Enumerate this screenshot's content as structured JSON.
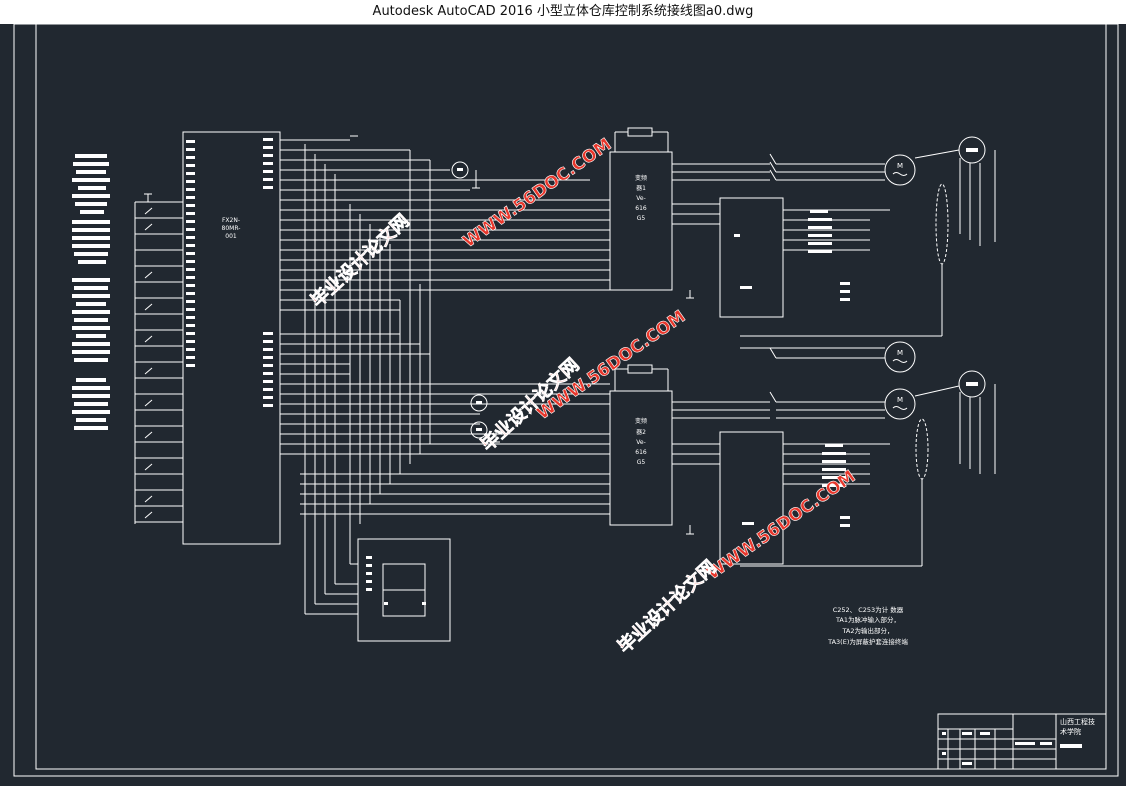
{
  "window": {
    "title": "Autodesk AutoCAD 2016     小型立体仓库控制系统接线图a0.dwg"
  },
  "plc": {
    "label_line1": "FX2N-",
    "label_line2": "80MR-",
    "label_line3": "001"
  },
  "inverter1": {
    "line1": "变频",
    "line2": "器1",
    "line3": "Ve-",
    "line4": "616",
    "line5": "G5"
  },
  "inverter2": {
    "line1": "变频",
    "line2": "器2",
    "line3": "Ve-",
    "line4": "616",
    "line5": "G5"
  },
  "motor_label": "M",
  "notes": {
    "line1": "C252、 C253为计 数器",
    "line2": "TA1为脉冲输入部分，",
    "line3": "TA2为输出部分，",
    "line4": "TA3(E)为屏蔽护套连接终端"
  },
  "title_block": {
    "school_line1": "山西工程技",
    "school_line2": "术学院"
  },
  "watermarks": {
    "site": "WWW.56DOC.COM",
    "cn": "毕业设计论文网"
  },
  "colors": {
    "background": "#212830",
    "line": "#ffffff",
    "titlebar": "#ffffff",
    "watermark": "#e8372c"
  }
}
